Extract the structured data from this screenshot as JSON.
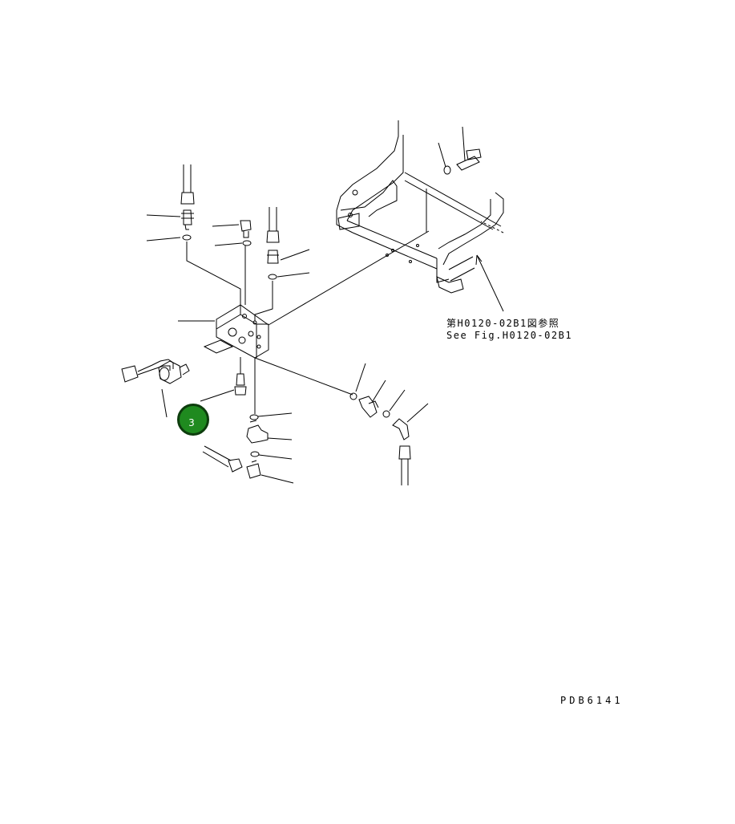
{
  "reference_note": {
    "japanese": "第H0120-02B1図参照",
    "english": "See Fig.H0120-02B1"
  },
  "drawing_code": "PDB6141",
  "callout": {
    "number": "3",
    "fill_color": "#1f8a1f",
    "border_color": "#0d3d0d"
  },
  "line_color": "#000000"
}
